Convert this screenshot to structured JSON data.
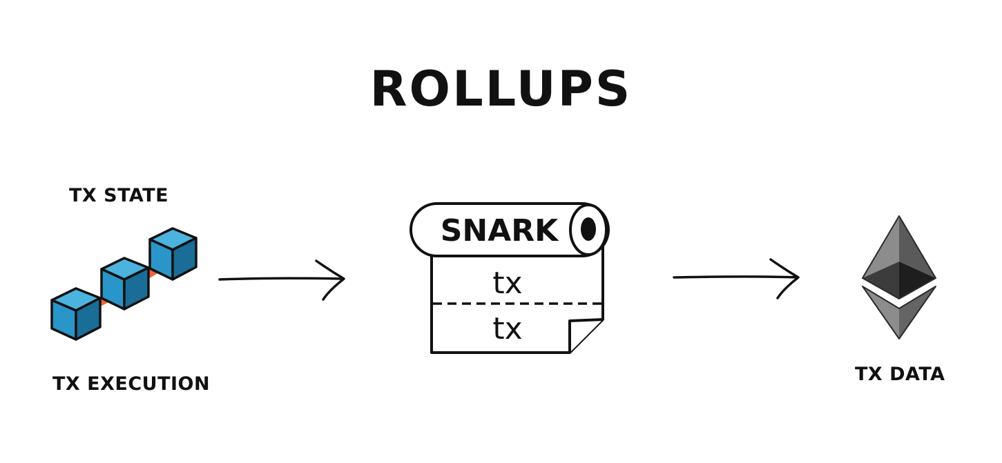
{
  "title": "ROLLUPS",
  "left": {
    "top_label": "TX STATE",
    "bottom_label": "TX EXECUTION",
    "icon": "blockchain-cubes-icon"
  },
  "center": {
    "scroll_header": "SNARK",
    "rows": [
      "tx",
      "tx"
    ],
    "icon": "scroll-icon"
  },
  "right": {
    "label": "TX DATA",
    "icon": "ethereum-logo-icon"
  },
  "colors": {
    "ink": "#111111",
    "cube_front": "#2a95c8",
    "cube_top": "#4cb3de",
    "cube_side": "#1a6d96",
    "link": "#f0613c",
    "eth_dark": "#3a3a3a",
    "eth_mid": "#646464",
    "eth_light": "#8c8c8c"
  }
}
